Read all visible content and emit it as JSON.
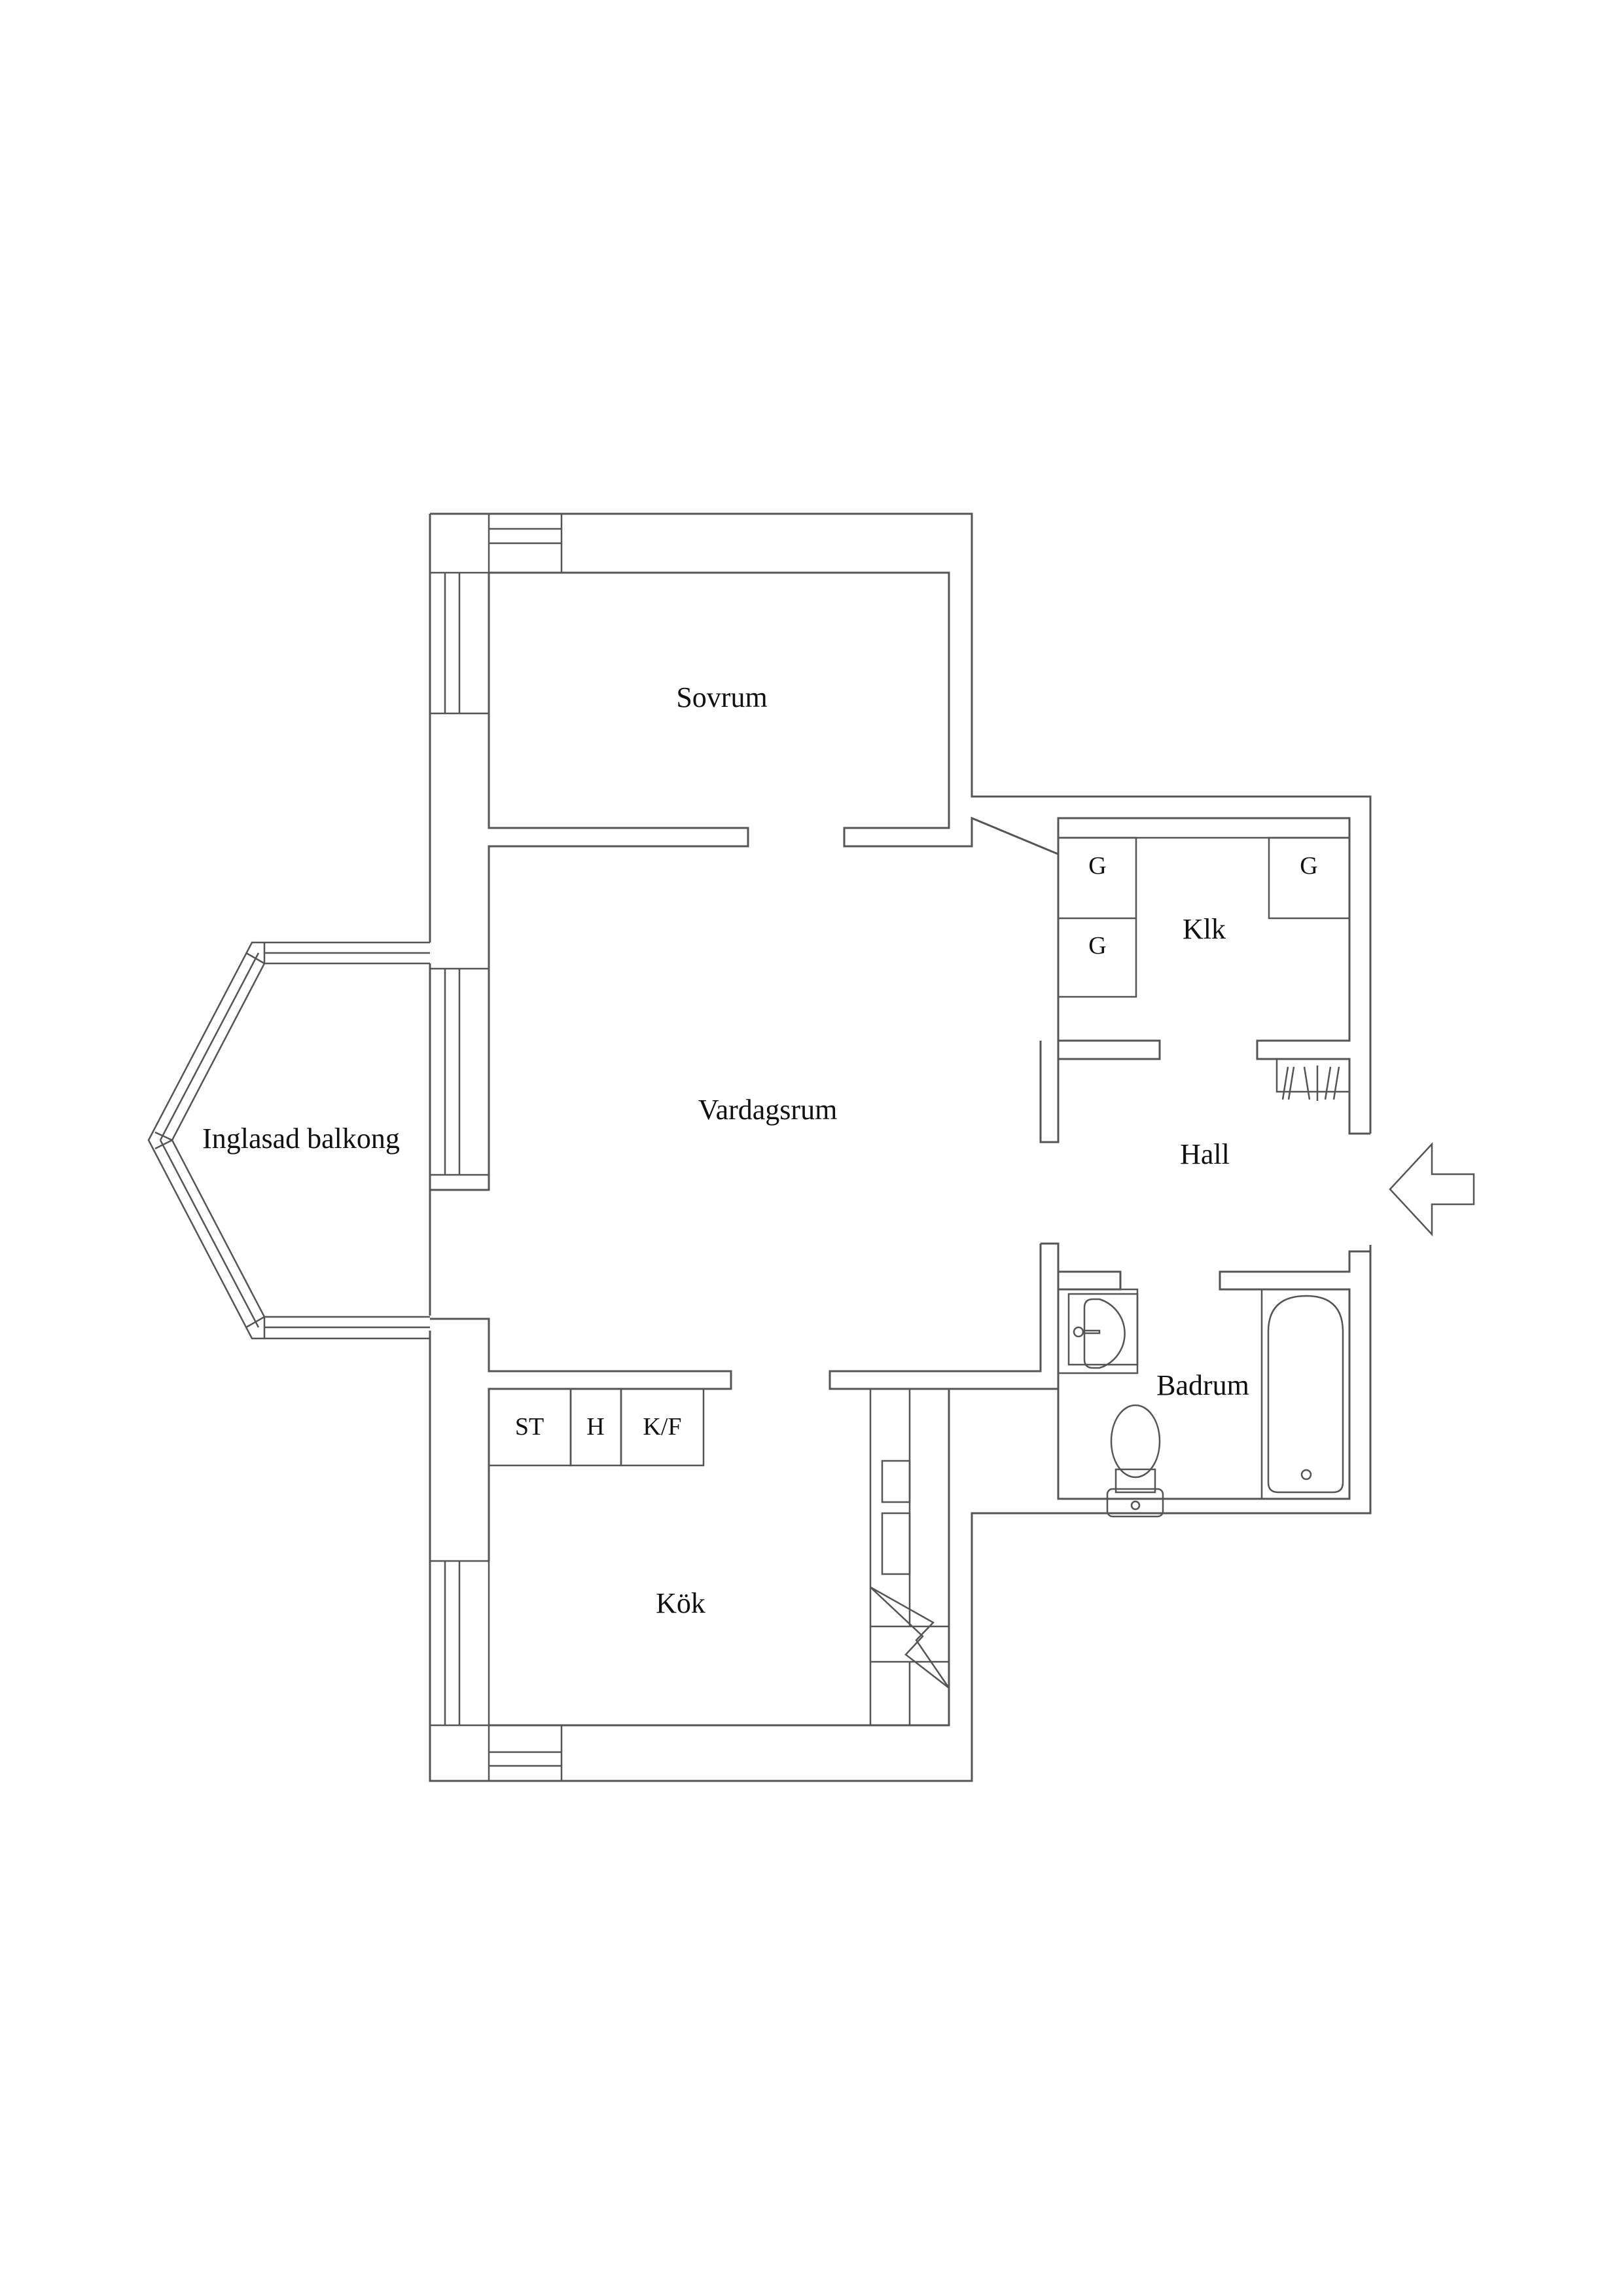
{
  "floorplan": {
    "rooms": [
      {
        "id": "sovrum",
        "label": "Sovrum"
      },
      {
        "id": "vardagsrum",
        "label": "Vardagsrum"
      },
      {
        "id": "balkong",
        "label": "Inglasad balkong"
      },
      {
        "id": "klk",
        "label": "Klk"
      },
      {
        "id": "hall",
        "label": "Hall"
      },
      {
        "id": "badrum",
        "label": "Badrum"
      },
      {
        "id": "kok",
        "label": "Kök"
      }
    ],
    "closets": [
      {
        "label": "G"
      },
      {
        "label": "G"
      },
      {
        "label": "G"
      }
    ],
    "appliances": [
      {
        "label": "ST"
      },
      {
        "label": "H"
      },
      {
        "label": "K/F"
      }
    ],
    "entrance": {
      "icon": "entrance-arrow-icon",
      "direction": "left"
    },
    "colors": {
      "line": "#555555",
      "text": "#111111",
      "background": "#ffffff"
    }
  }
}
